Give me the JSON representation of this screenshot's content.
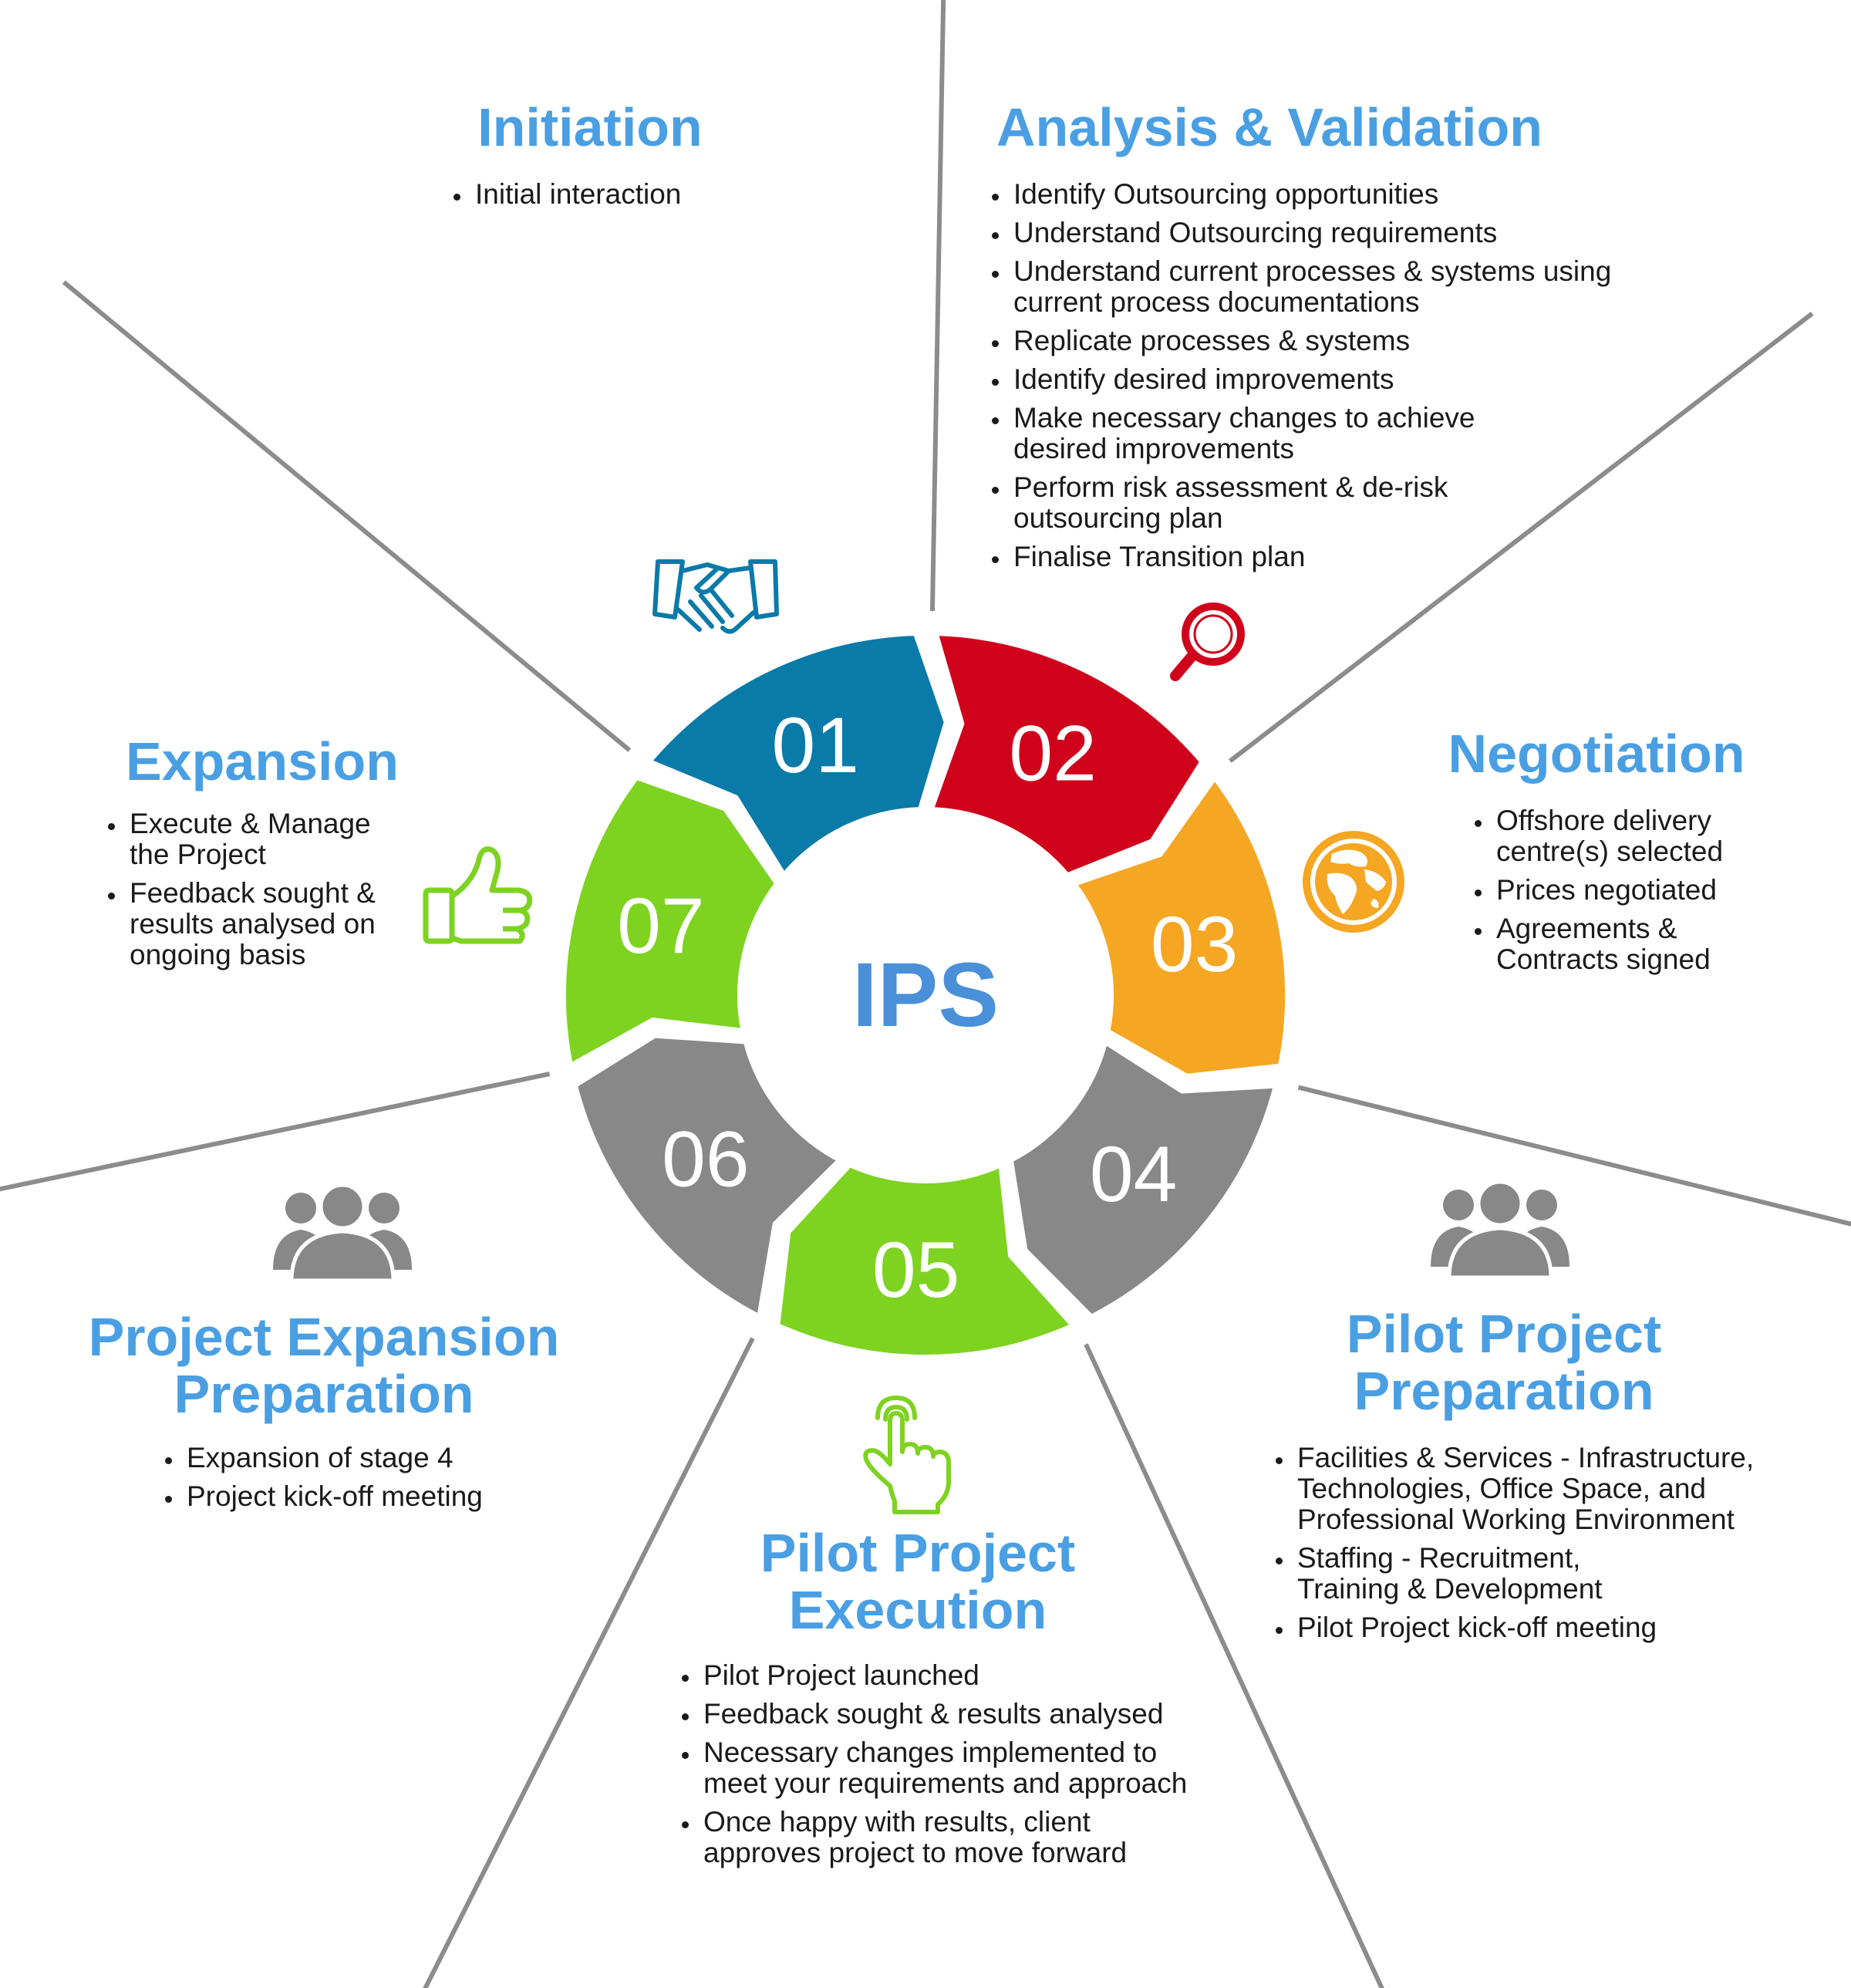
{
  "center_label": "IPS",
  "colors": {
    "title": "#4a9fe3",
    "spoke": "#8c8c8c",
    "center_text": "#4a90d9",
    "blue": "#0a7aa8",
    "red": "#d0021b",
    "orange": "#f5a623",
    "gray": "#888888",
    "green": "#7ed321"
  },
  "segments": [
    {
      "number": "01",
      "color": "#0a7aa8",
      "icon": "handshake-icon"
    },
    {
      "number": "02",
      "color": "#d0021b",
      "icon": "magnifier-icon"
    },
    {
      "number": "03",
      "color": "#f5a623",
      "icon": "globe-icon"
    },
    {
      "number": "04",
      "color": "#888888",
      "icon": "group-icon"
    },
    {
      "number": "05",
      "color": "#7ed321",
      "icon": "touch-hand-icon"
    },
    {
      "number": "06",
      "color": "#888888",
      "icon": "group-icon"
    },
    {
      "number": "07",
      "color": "#7ed321",
      "icon": "thumbs-up-icon"
    }
  ],
  "stages": {
    "initiation": {
      "title": [
        "Initiation"
      ],
      "items": [
        "Initial interaction"
      ]
    },
    "analysis": {
      "title": [
        "Analysis & Validation"
      ],
      "items": [
        "Identify Outsourcing opportunities",
        "Understand Outsourcing requirements",
        "Understand current processes & systems using current process documentations",
        "Replicate processes & systems",
        "Identify desired improvements",
        "Make necessary changes to achieve desired improvements",
        "Perform risk assessment & de-risk outsourcing plan",
        "Finalise Transition plan"
      ]
    },
    "negotiation": {
      "title": [
        "Negotiation"
      ],
      "items": [
        "Offshore delivery centre(s) selected",
        "Prices negotiated",
        "Agreements & Contracts signed"
      ]
    },
    "pilot_preparation": {
      "title": [
        "Pilot Project",
        "Preparation"
      ],
      "items": [
        "Facilities & Services - Infrastructure, Technologies, Office Space, and Professional Working Environment",
        "Staffing - Recruitment, Training & Development",
        "Pilot Project kick-off meeting"
      ]
    },
    "pilot_execution": {
      "title": [
        "Pilot Project",
        "Execution"
      ],
      "items": [
        "Pilot Project launched",
        "Feedback sought & results analysed",
        "Necessary changes implemented to meet your requirements and approach",
        "Once happy with results, client approves project to move forward"
      ]
    },
    "expansion_preparation": {
      "title": [
        "Project Expansion",
        "Preparation"
      ],
      "items": [
        "Expansion of stage 4",
        "Project kick-off meeting"
      ]
    },
    "expansion": {
      "title": [
        "Expansion"
      ],
      "items": [
        "Execute & Manage the Project",
        "Feedback sought & results analysed on ongoing basis"
      ]
    }
  }
}
